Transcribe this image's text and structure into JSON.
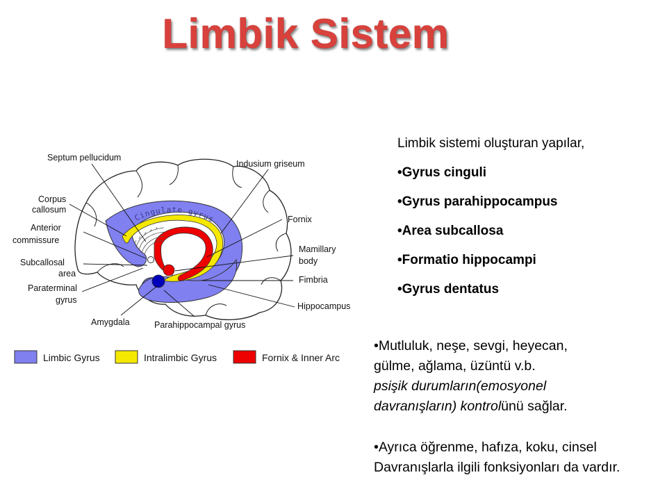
{
  "title": "Limbik Sistem",
  "diagram": {
    "labels": {
      "septum_pellucidum": "Septum pellucidum",
      "indusium_griseum": "Indusium griseum",
      "corpus_callosum_1": "Corpus",
      "corpus_callosum_2": "callosum",
      "anterior_commissure_1": "Anterior",
      "anterior_commissure_2": "commissure",
      "fornix": "Fornix",
      "mamillary_body_1": "Mamillary",
      "mamillary_body_2": "body",
      "subcallosal_area_1": "Subcallosal",
      "subcallosal_area_2": "area",
      "fimbria": "Fimbria",
      "paraterminal_gyrus_1": "Paraterminal",
      "paraterminal_gyrus_2": "gyrus",
      "hippocampus": "Hippocampus",
      "amygdala": "Amygdala",
      "parahippocampal_gyrus": "Parahippocampal gyrus",
      "cingulate_gyrus": "Cingulate gyrus"
    },
    "legend": [
      {
        "label": "Limbic Gyrus",
        "color": "#8080f0"
      },
      {
        "label": "Intralimbic Gyrus",
        "color": "#f5e800"
      },
      {
        "label": "Fornix & Inner Arc",
        "color": "#ee0000"
      }
    ],
    "colors": {
      "amygdala": "#0000bb",
      "mamillary": "#ee0000"
    }
  },
  "structures": {
    "intro": "Limbik sistemi oluşturan yapılar,",
    "items": [
      "•Gyrus cinguli",
      "•Gyrus parahippocampus",
      "•Area subcallosa",
      "•Formatio hippocampi",
      "•Gyrus dentatus"
    ]
  },
  "paragraph1": {
    "line1": "•Mutluluk, neşe, sevgi, heyecan,",
    "line2": "gülme, ağlama, üzüntü v.b.",
    "line3": "psişik durumların(emosyonel",
    "line4_italic": "davranışların) kontrol",
    "line4_suffix": "ünü sağlar."
  },
  "paragraph2": {
    "line1": "•Ayrıca öğrenme, hafıza, koku, cinsel",
    "line2": "Davranışlarla ilgili fonksiyonları da vardır."
  }
}
